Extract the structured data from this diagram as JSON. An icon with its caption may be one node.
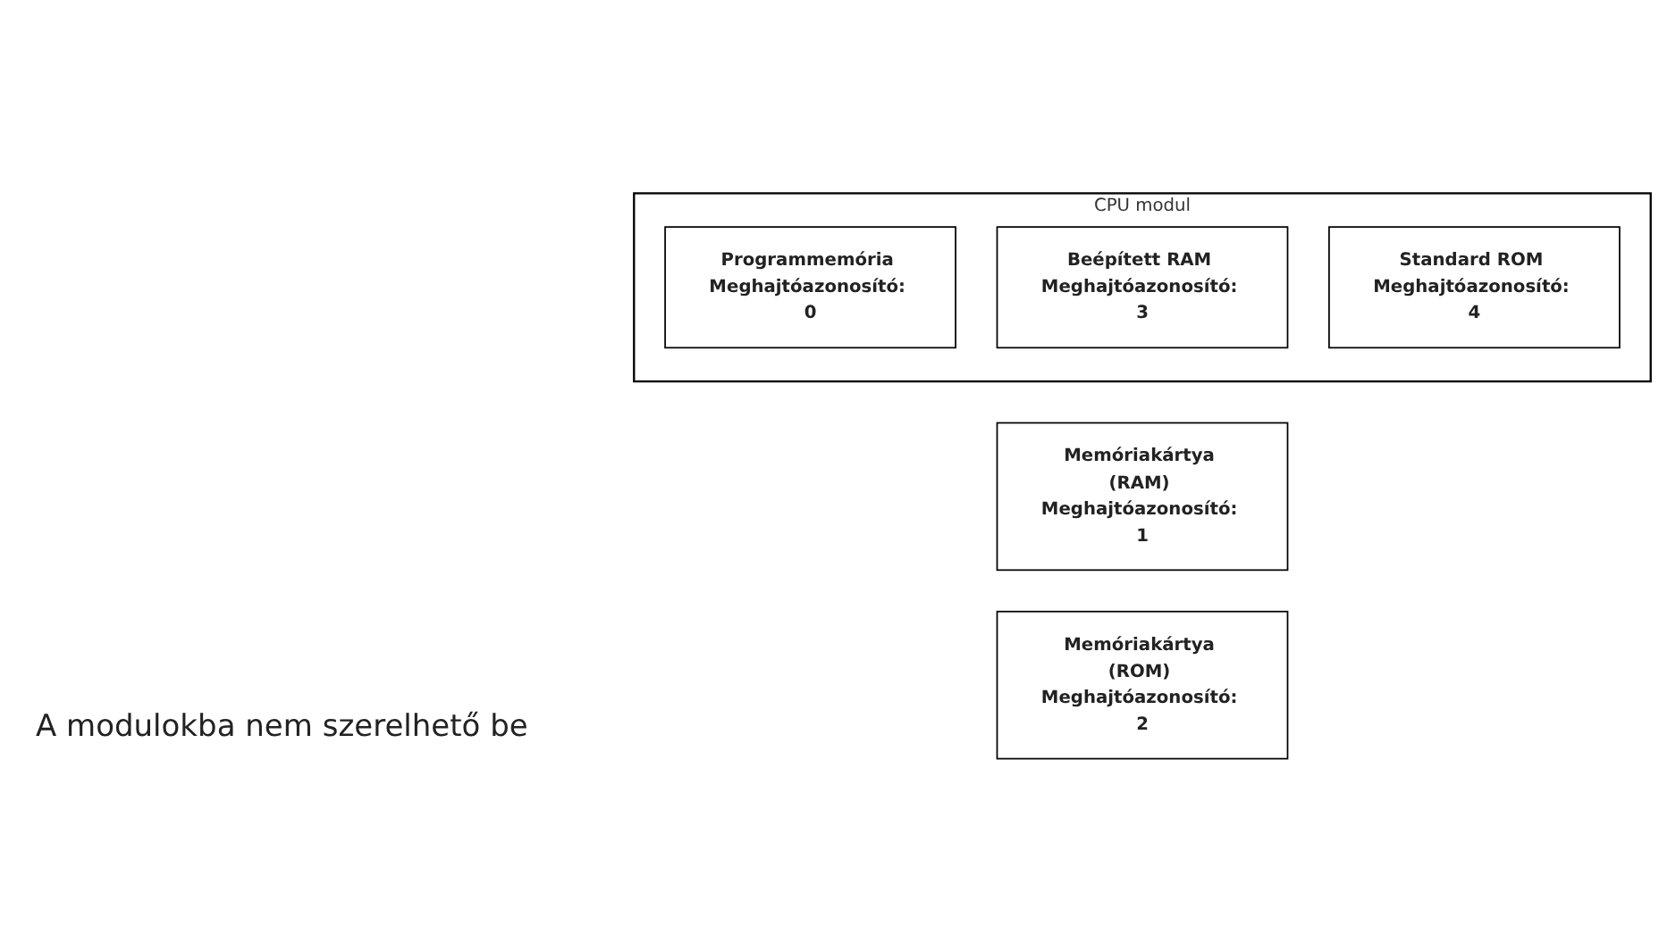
{
  "diagram": {
    "nodes": [
      {
        "text": [
          "Memóriakártya (RAM) Meghajtóazonosító: 1"
        ]
      },
      {
        "text": [
          "Memóriakártya (ROM) Meghajtóazonosító: 2"
        ]
      },
      {
        "text": [
          "CPU modul"
        ]
      },
      {
        "text": [
          "Programmemória Meghajtóazonosító: 0"
        ],
        "in": 2
      },
      {
        "text": [
          "Beépített RAM Meghajtóazonosító: 3"
        ],
        "in": 2
      },
      {
        "text": [
          "Standard ROM Meghajtóazonosító: 4"
        ],
        "in": 2
      }
    ],
    "edges": [],
    "labels": [
      "A modulokba nem szerelhető be"
    ]
  }
}
